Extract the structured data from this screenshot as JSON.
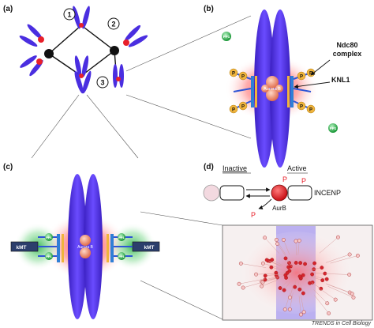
{
  "panels": {
    "a": "(a)",
    "b": "(b)",
    "c": "(c)",
    "d": "(d)"
  },
  "steps": [
    "1",
    "2",
    "3"
  ],
  "labels": {
    "pp1": "PP1",
    "ndc80_line1": "Ndc80",
    "ndc80_line2": "complex",
    "knl1": "KNL1",
    "aurora_b": "Aurora B",
    "p": "P",
    "kmt": "kMT",
    "inactive": "Inactive",
    "active": "Active",
    "aurb": "AurB",
    "incenp": "INCENP"
  },
  "footer": "TRENDS in Cell Biology",
  "colors": {
    "chromosome": "#4a2ee0",
    "aurora_red": "#e8202a",
    "pp1_green": "#2bb34a",
    "phospho_gold": "#f0b43c",
    "kinetochore_blue": "#2f7fd6",
    "spindle_black": "#111111"
  }
}
